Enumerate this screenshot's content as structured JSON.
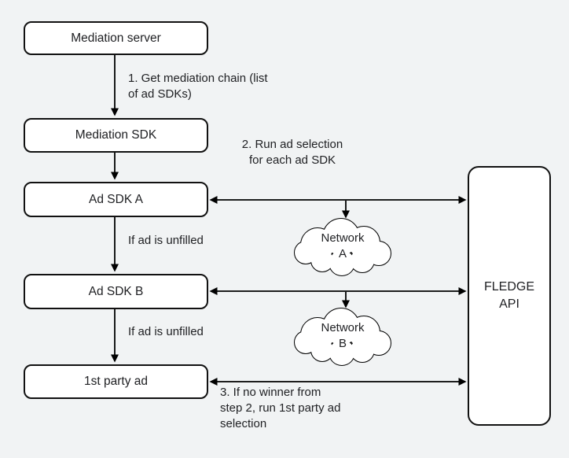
{
  "diagram": {
    "nodes": {
      "mediation_server": "Mediation server",
      "mediation_sdk": "Mediation SDK",
      "ad_sdk_a": "Ad SDK A",
      "ad_sdk_b": "Ad SDK B",
      "first_party_ad": "1st party ad",
      "fledge_api": "FLEDGE\nAPI"
    },
    "clouds": {
      "network_a": "Network\nA",
      "network_b": "Network\nB"
    },
    "annotations": {
      "step1": "1. Get mediation chain (list\nof ad SDKs)",
      "step2": "2. Run ad selection\nfor each ad SDK",
      "unfilled_a": "If ad is unfilled",
      "unfilled_b": "If ad is unfilled",
      "step3": "3. If no winner from\nstep 2, run 1st party ad\nselection"
    },
    "colors": {
      "background": "#f1f3f4",
      "node_fill": "#ffffff",
      "stroke": "#000000",
      "text": "#202124"
    }
  }
}
